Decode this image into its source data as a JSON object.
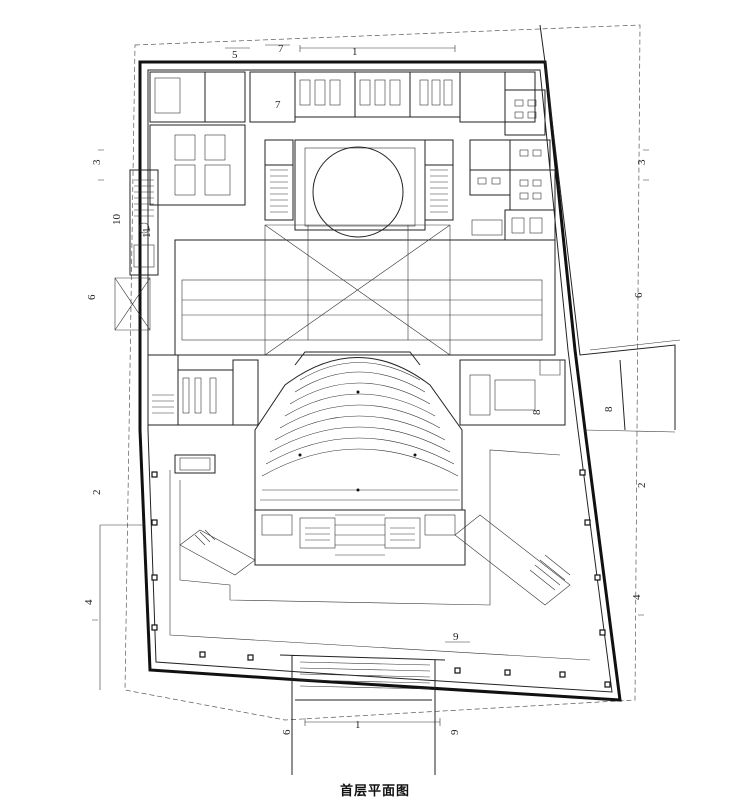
{
  "caption": "首层平面图",
  "section_markers": [
    {
      "id": "m1-top",
      "label": "1"
    },
    {
      "id": "m1-bottom",
      "label": "1"
    },
    {
      "id": "m2-left",
      "label": "2"
    },
    {
      "id": "m2-right",
      "label": "2"
    },
    {
      "id": "m3-left",
      "label": "3"
    },
    {
      "id": "m3-right",
      "label": "3"
    },
    {
      "id": "m4-left",
      "label": "4"
    },
    {
      "id": "m4-right",
      "label": "4"
    },
    {
      "id": "m5-top",
      "label": "5"
    },
    {
      "id": "m6-left",
      "label": "6"
    },
    {
      "id": "m6-right",
      "label": "6"
    },
    {
      "id": "m6-bottom",
      "label": "6"
    },
    {
      "id": "m6-bottom2",
      "label": "9"
    },
    {
      "id": "m7-top",
      "label": "7"
    },
    {
      "id": "m7-inner",
      "label": "7"
    },
    {
      "id": "m8-mid",
      "label": "8"
    },
    {
      "id": "m8-right",
      "label": "8"
    },
    {
      "id": "m9-bottom",
      "label": "9"
    },
    {
      "id": "m10-left",
      "label": "10"
    },
    {
      "id": "m11-left",
      "label": "11"
    }
  ]
}
